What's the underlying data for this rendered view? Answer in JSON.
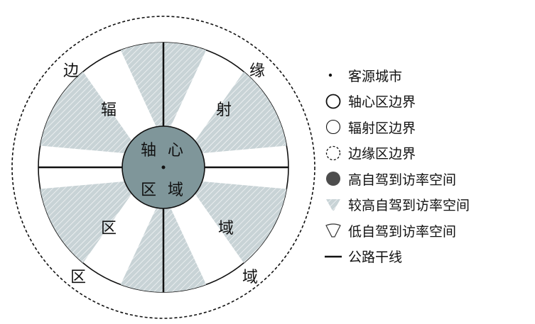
{
  "diagram": {
    "outer_labels": [
      "边",
      "缘",
      "区",
      "域"
    ],
    "sector_labels": [
      "辐",
      "射",
      "区",
      "域"
    ],
    "core_labels": [
      "轴",
      "心",
      "区",
      "域"
    ],
    "colors": {
      "core_fill": "#7f969a",
      "hatch_fill": "#c8d3d6",
      "hatch_line": "#ffffff",
      "stroke": "#111111"
    }
  },
  "legend": {
    "items": [
      {
        "symbol": "dot-icon",
        "label": "客源城市"
      },
      {
        "symbol": "solid-circle-outline-icon",
        "label": "轴心区边界"
      },
      {
        "symbol": "thin-circle-outline-icon",
        "label": "辐射区边界"
      },
      {
        "symbol": "dashed-circle-outline-icon",
        "label": "边缘区边界"
      },
      {
        "symbol": "filled-circle-icon",
        "label": "高自驾到访率空间"
      },
      {
        "symbol": "hatched-wedge-icon",
        "label": "较高自驾到访率空间"
      },
      {
        "symbol": "empty-wedge-icon",
        "label": "低自驾到访率空间"
      },
      {
        "symbol": "line-icon",
        "label": "公路干线"
      }
    ]
  }
}
